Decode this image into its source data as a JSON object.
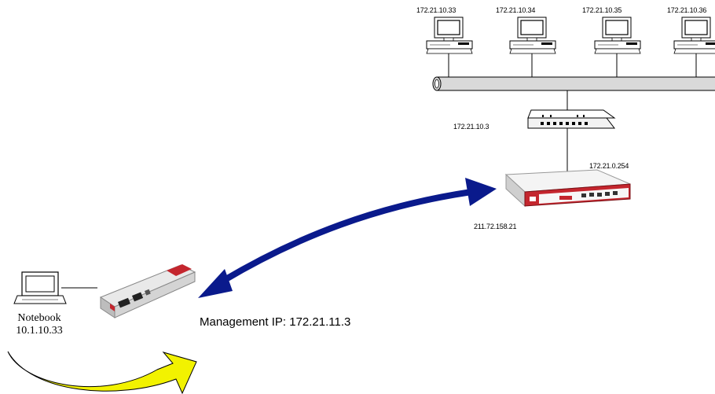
{
  "lan": {
    "hosts": [
      {
        "ip": "172.21.10.33"
      },
      {
        "ip": "172.21.10.34"
      },
      {
        "ip": "172.21.10.35"
      },
      {
        "ip": "172.21.10.36"
      }
    ],
    "switch_ip": "172.21.10.3",
    "gateway_lan_ip": "172.21.0.254",
    "gateway_wan_ip": "211.72.158.21"
  },
  "remote": {
    "notebook_name": "Notebook",
    "notebook_ip": "10.1.10.33",
    "management_label": "Management IP: 172.21.11.3"
  },
  "colors": {
    "tunnel_arrow": "#0a1a8c",
    "local_arrow": "#f2f200",
    "device_red": "#c4262e",
    "bus": "#d9d9d9"
  }
}
